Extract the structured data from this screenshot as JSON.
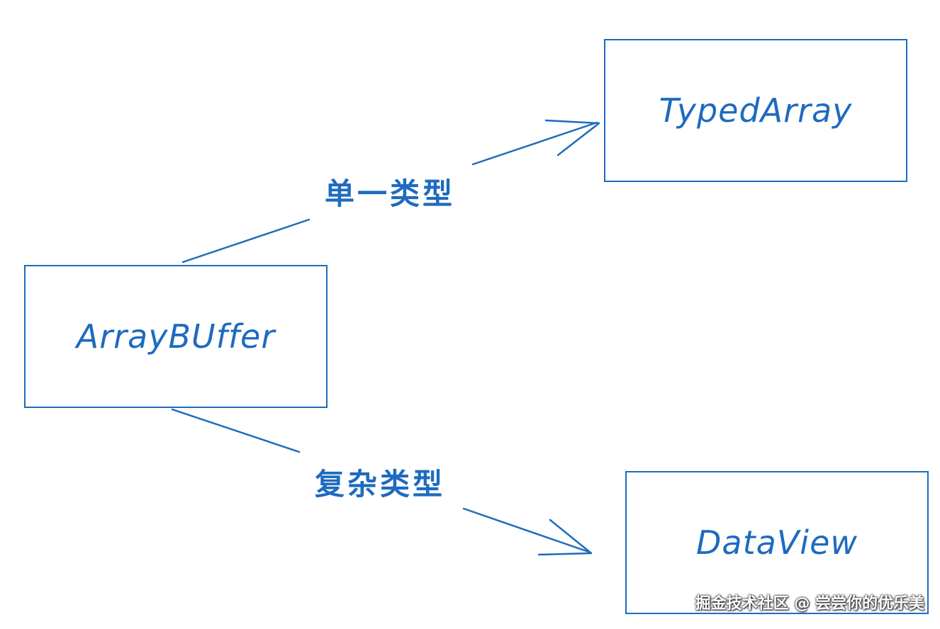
{
  "nodes": {
    "arraybuffer": "ArrayBUffer",
    "typedarray": "TypedArray",
    "dataview": "DataView"
  },
  "edges": {
    "single_type": "单一类型",
    "complex_type": "复杂类型"
  },
  "watermark": "掘金技术社区 @ 尝尝你的优乐美",
  "colors": {
    "stroke": "#1e6bbf",
    "text": "#1e6bbf"
  }
}
